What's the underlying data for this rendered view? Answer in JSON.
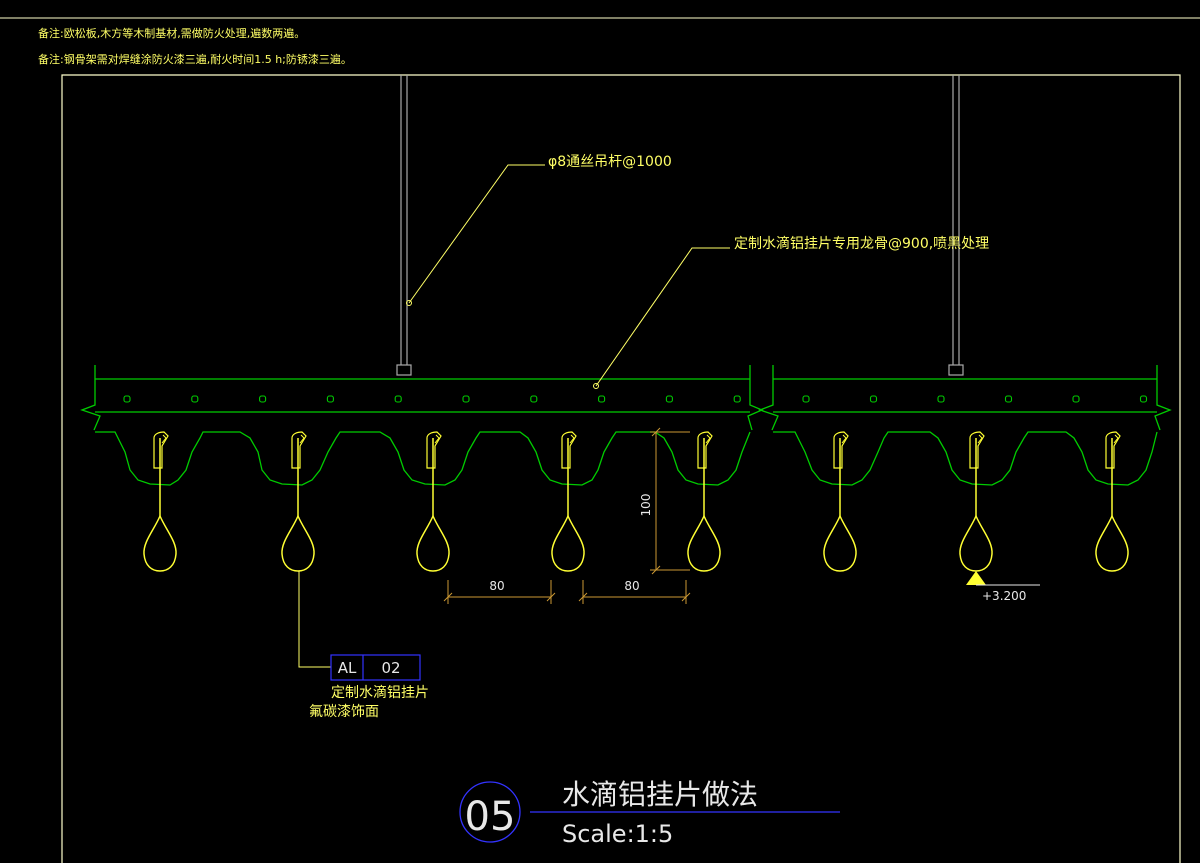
{
  "notes": [
    "备注:欧松板,木方等木制基材,需做防火处理,遍数两遍。",
    "备注:钢骨架需对焊缝涂防火漆三遍,耐火时间1.5 h;防锈漆三遍。"
  ],
  "annotations": {
    "hanger_rod": "φ8通丝吊杆@1000",
    "keel": "定制水滴铝挂片专用龙骨@900,喷黑处理",
    "tag_code": "AL",
    "tag_number": "02",
    "material_line1": "定制水滴铝挂片",
    "material_line2": "氟碳漆饰面"
  },
  "dimensions": {
    "height": "100",
    "spacing_1": "80",
    "spacing_2": "80"
  },
  "elevation": "+3.200",
  "title_block": {
    "number": "05",
    "title": "水滴铝挂片做法",
    "scale": "Scale:1:5"
  },
  "colors": {
    "background": "#000000",
    "frame": "#ffffcc",
    "profile": "#00cc00",
    "drop": "#ffff33",
    "leader": "#ffff66",
    "tag": "#3333ff",
    "rod": "#aaaaaa",
    "dimension": "#cc9933"
  }
}
